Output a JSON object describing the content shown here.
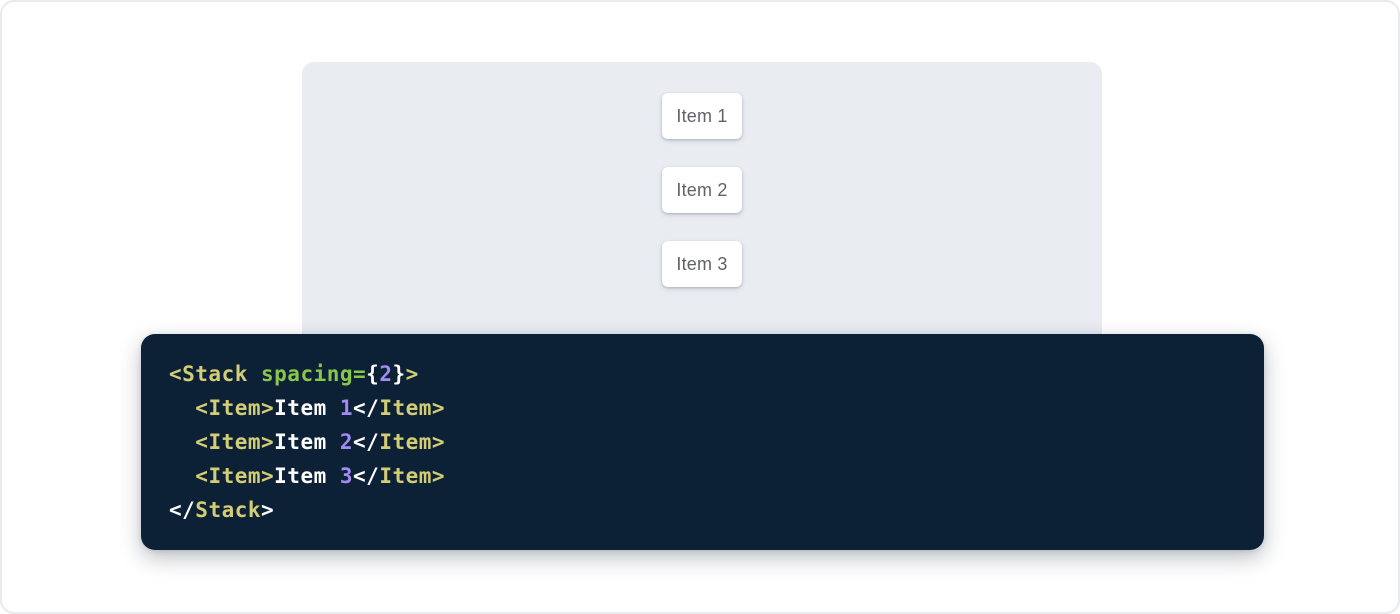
{
  "colors": {
    "page-border": "#e8eaee",
    "panel-bg": "#e9edf2",
    "card-bg": "#ffffff",
    "card-text": "#5f6368",
    "code-bg": "#0d2136",
    "tok-tag": "#d3ce75",
    "tok-attr": "#8ac64b",
    "tok-num": "#a28bf5",
    "tok-plain": "#ffffff",
    "tok-punc": "#ffffff"
  },
  "demo": {
    "items": [
      {
        "label": "Item 1"
      },
      {
        "label": "Item 2"
      },
      {
        "label": "Item 3"
      }
    ]
  },
  "code": {
    "language": "jsx",
    "text": "<Stack spacing={2}>\n  <Item>Item 1</Item>\n  <Item>Item 2</Item>\n  <Item>Item 3</Item>\n</Stack>",
    "lines": [
      {
        "tokens": [
          {
            "t": "tag",
            "s": "<Stack "
          },
          {
            "t": "attr",
            "s": "spacing="
          },
          {
            "t": "punc",
            "s": "{"
          },
          {
            "t": "num",
            "s": "2"
          },
          {
            "t": "punc",
            "s": "}"
          },
          {
            "t": "tag",
            "s": ">"
          }
        ]
      },
      {
        "tokens": [
          {
            "t": "plain",
            "s": "  "
          },
          {
            "t": "tag",
            "s": "<Item>"
          },
          {
            "t": "plain",
            "s": "Item "
          },
          {
            "t": "num",
            "s": "1"
          },
          {
            "t": "punc",
            "s": "</"
          },
          {
            "t": "tag",
            "s": "Item>"
          }
        ]
      },
      {
        "tokens": [
          {
            "t": "plain",
            "s": "  "
          },
          {
            "t": "tag",
            "s": "<Item>"
          },
          {
            "t": "plain",
            "s": "Item "
          },
          {
            "t": "num",
            "s": "2"
          },
          {
            "t": "punc",
            "s": "</"
          },
          {
            "t": "tag",
            "s": "Item>"
          }
        ]
      },
      {
        "tokens": [
          {
            "t": "plain",
            "s": "  "
          },
          {
            "t": "tag",
            "s": "<Item>"
          },
          {
            "t": "plain",
            "s": "Item "
          },
          {
            "t": "num",
            "s": "3"
          },
          {
            "t": "punc",
            "s": "</"
          },
          {
            "t": "tag",
            "s": "Item>"
          }
        ]
      },
      {
        "tokens": [
          {
            "t": "punc",
            "s": "</"
          },
          {
            "t": "tag",
            "s": "Stack"
          },
          {
            "t": "punc",
            "s": ">"
          }
        ]
      }
    ]
  }
}
